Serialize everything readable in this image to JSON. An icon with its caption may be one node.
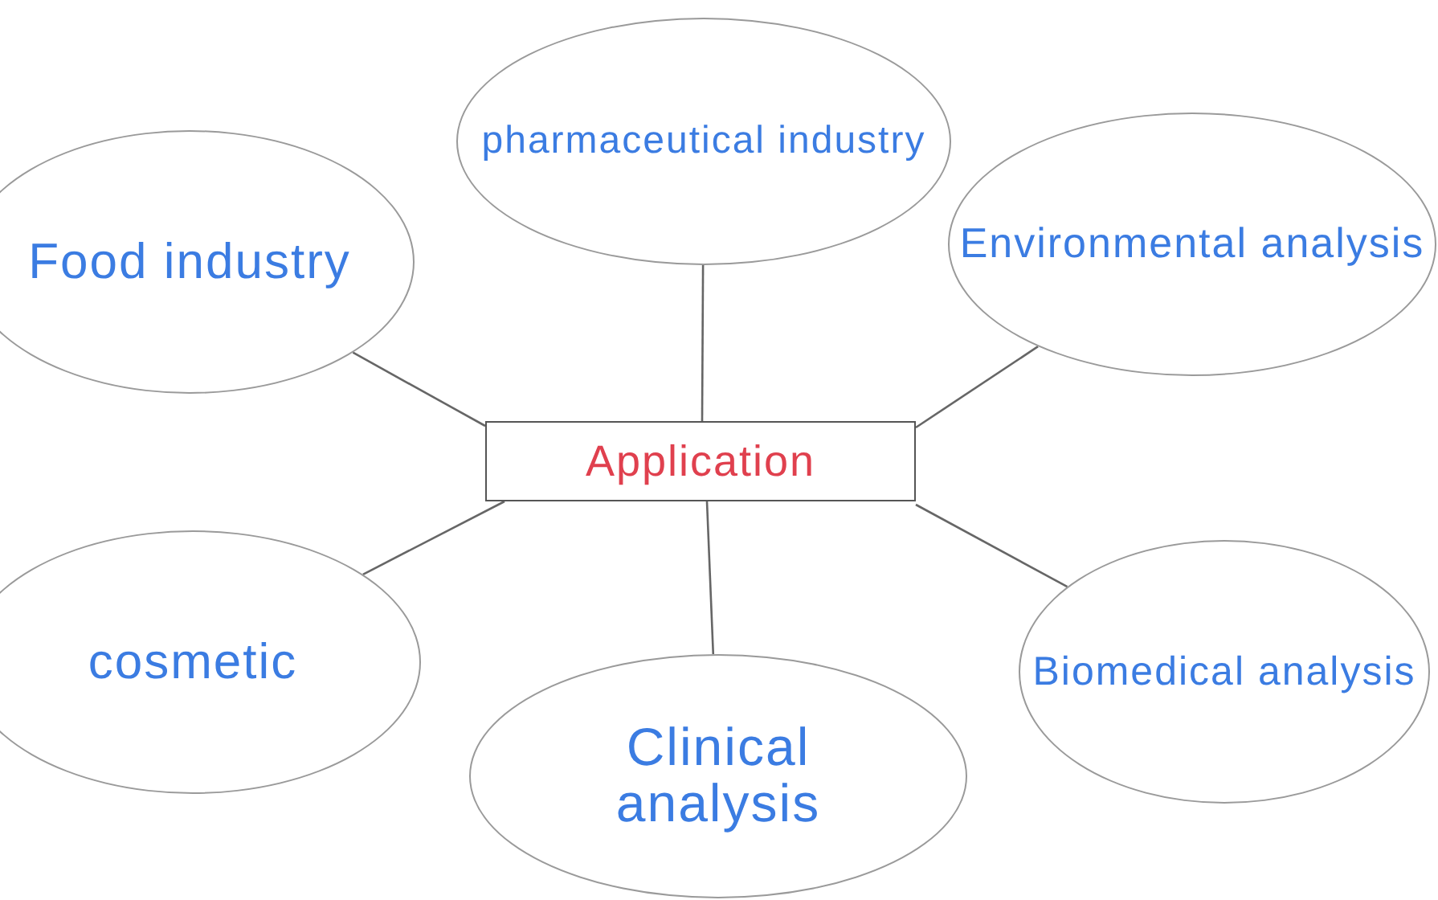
{
  "diagram": {
    "nodes": [
      {
        "text": [
          "Application"
        ]
      },
      {
        "text": [
          "Food industry"
        ]
      },
      {
        "text": [
          "pharmaceutical industry"
        ]
      },
      {
        "text": [
          "Environmental analysis"
        ]
      },
      {
        "text": [
          "cosmetic"
        ]
      },
      {
        "text": [
          "Clinical analysis"
        ]
      },
      {
        "text": [
          "Biomedical analysis"
        ]
      }
    ],
    "edges": [
      {
        "from": 0,
        "to": 1,
        "arrow": "none"
      },
      {
        "from": 0,
        "to": 2,
        "arrow": "none"
      },
      {
        "from": 0,
        "to": 3,
        "arrow": "none"
      },
      {
        "from": 0,
        "to": 4,
        "arrow": "none"
      },
      {
        "from": 0,
        "to": 5,
        "arrow": "none"
      },
      {
        "from": 0,
        "to": 6,
        "arrow": "none"
      }
    ]
  }
}
